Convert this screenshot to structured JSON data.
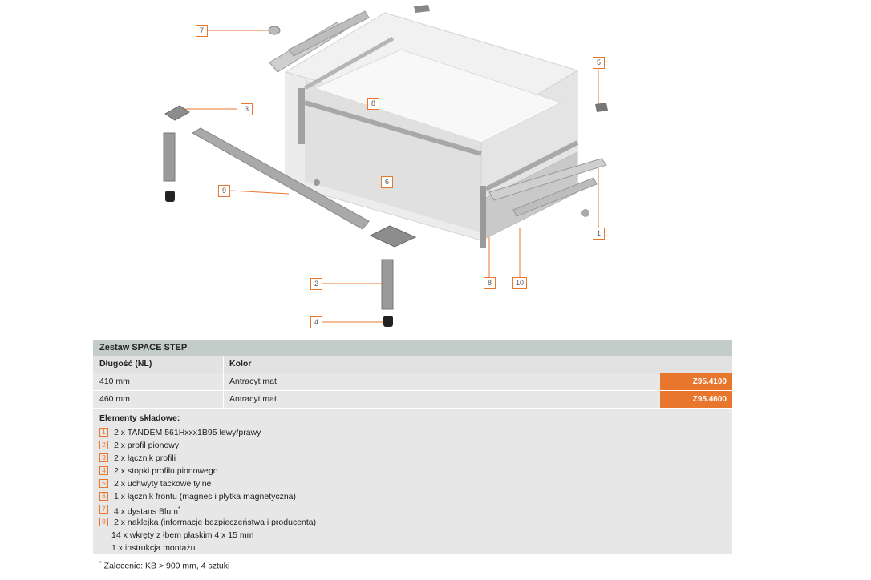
{
  "diagram": {
    "callouts": [
      "7",
      "3",
      "9",
      "6",
      "2",
      "4",
      "8",
      "5",
      "1",
      "8",
      "10"
    ]
  },
  "table": {
    "title": "Zestaw SPACE STEP",
    "headers": {
      "length": "Długość (NL)",
      "color": "Kolor"
    },
    "rows": [
      {
        "length": "410 mm",
        "color": "Antracyt mat",
        "code": "Z95.4100"
      },
      {
        "length": "460 mm",
        "color": "Antracyt mat",
        "code": "Z95.4600"
      }
    ],
    "components_title": "Elementy składowe:",
    "components": [
      {
        "num": "1",
        "text": "2 x TANDEM 561Hxxx1B95 lewy/prawy"
      },
      {
        "num": "2",
        "text": "2 x profil pionowy"
      },
      {
        "num": "3",
        "text": "2 x łącznik profili"
      },
      {
        "num": "4",
        "text": "2 x stopki profilu pionowego"
      },
      {
        "num": "5",
        "text": "2 x uchwyty tackowe tylne"
      },
      {
        "num": "6",
        "text": "1 x łącznik frontu (magnes i płytka magnetyczna)"
      },
      {
        "num": "7",
        "text": "4 x dystans Blum",
        "sup": "*"
      },
      {
        "num": "8",
        "text": "2 x naklejka (informacje bezpieczeństwa i producenta)"
      }
    ],
    "extras": [
      "14 x wkręty z łbem płaskim 4 x 15 mm",
      "1 x instrukcja montażu"
    ],
    "footnote_mark": "*",
    "footnote": "Zalecenie: KB > 900 mm, 4 sztuki"
  }
}
